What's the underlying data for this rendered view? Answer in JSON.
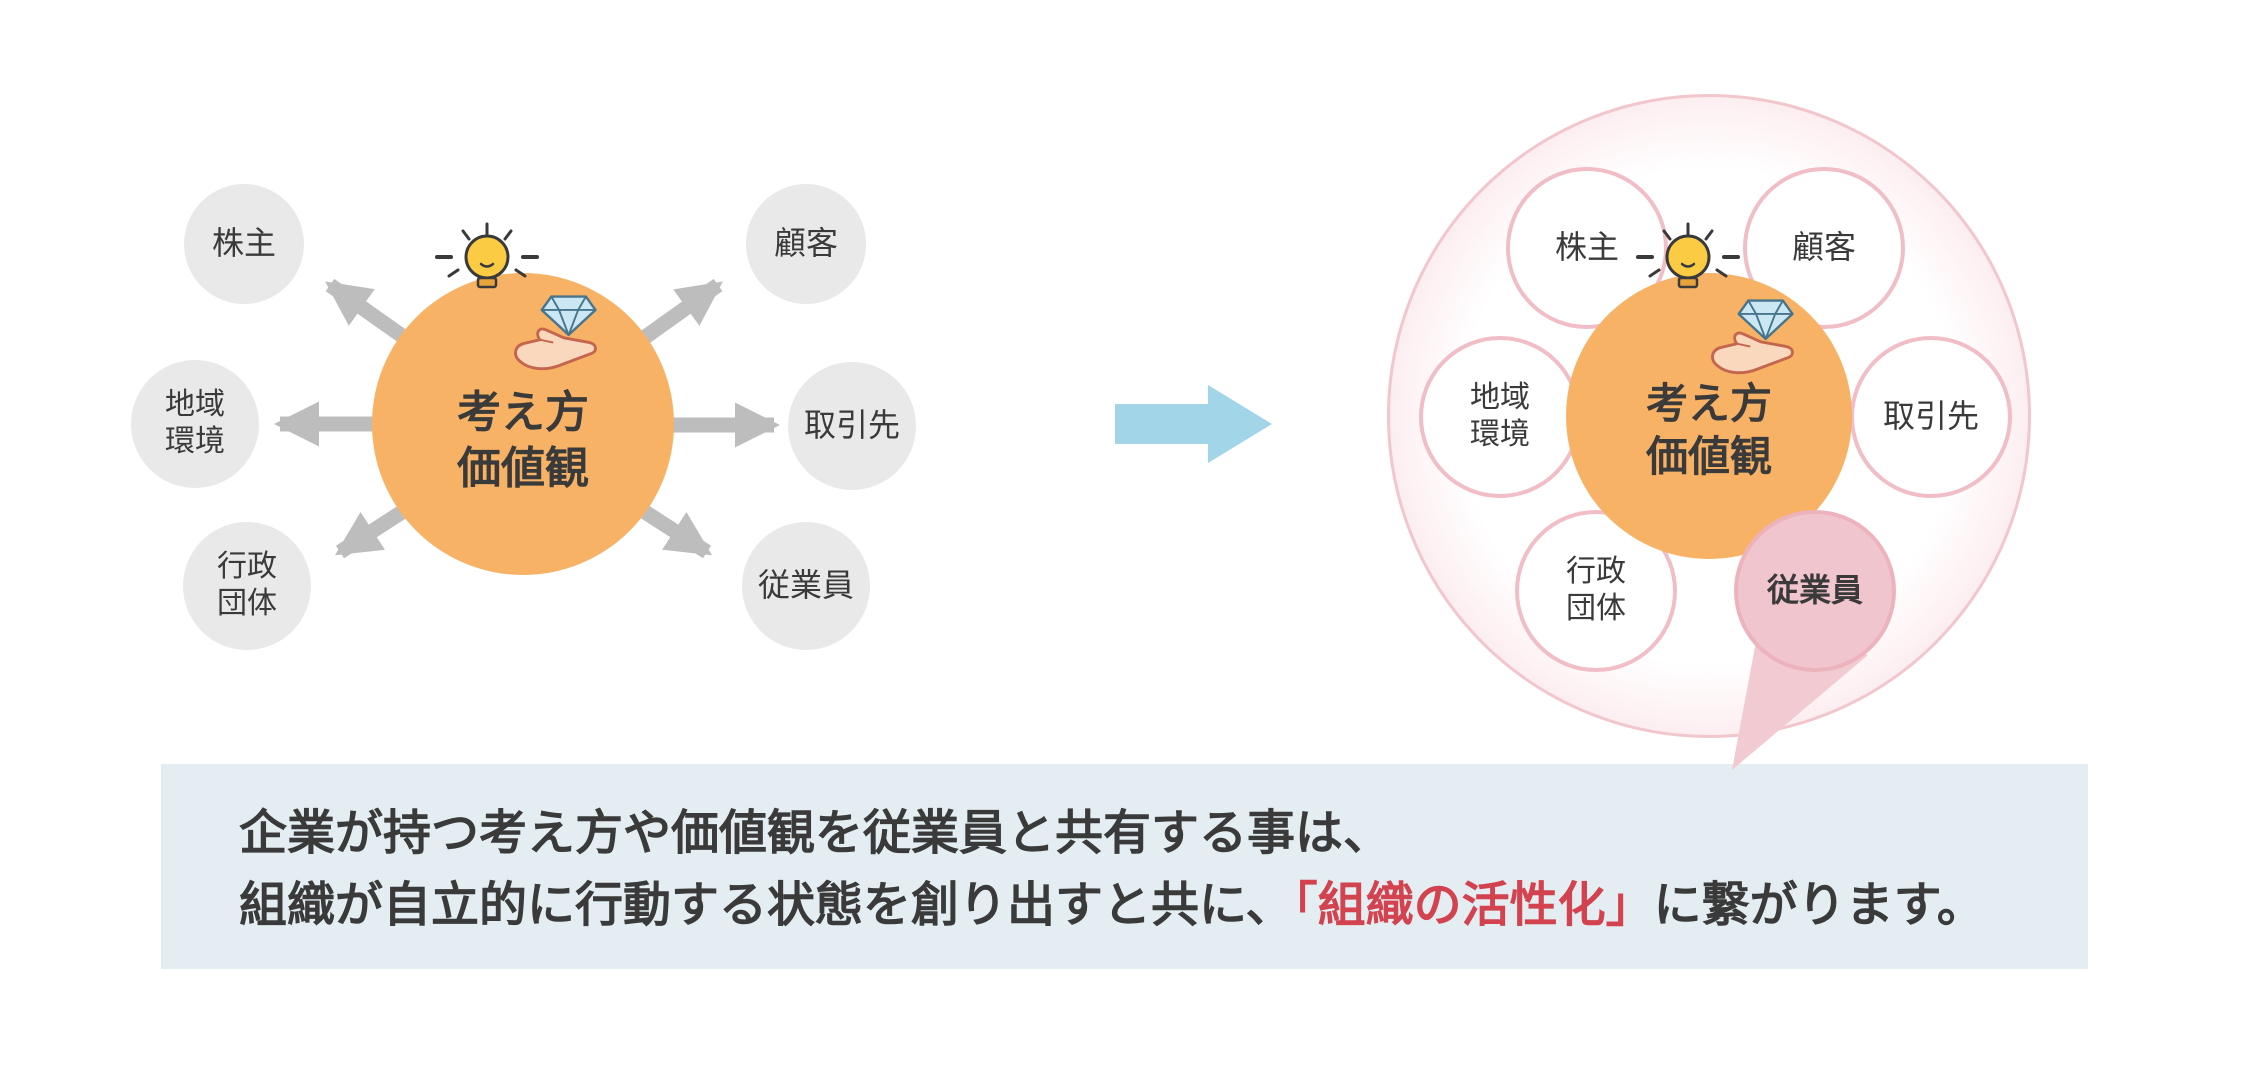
{
  "colors": {
    "center_circle": "#F7B266",
    "center_text": "#3A3A3A",
    "gray_circle": "#E9E9E9",
    "arrow_gray": "#BDBDBD",
    "blue_arrow": "#A3D5E8",
    "ring_border": "#F2C6CD",
    "circle_border_pink": "#F1BDC6",
    "employee_fill": "#F0C5CD",
    "tail_fill": "#F2CBD2",
    "caption_bg": "#E4EEF2",
    "highlight_red": "#D2434F",
    "label_text": "#3A3A3A"
  },
  "left_diagram": {
    "center_label": {
      "line1": "考え方",
      "line2": "価値観"
    },
    "stakeholders": {
      "shareholders": "株主",
      "customers": "顧客",
      "region_env": "地域\n環境",
      "suppliers": "取引先",
      "government": "行政\n団体",
      "employees": "従業員"
    }
  },
  "right_diagram": {
    "center_label": {
      "line1": "考え方",
      "line2": "価値観"
    },
    "stakeholders": {
      "shareholders": "株主",
      "customers": "顧客",
      "region_env": "地域\n環境",
      "suppliers": "取引先",
      "government": "行政\n団体",
      "employees": "従業員"
    }
  },
  "caption": {
    "line1": "企業が持つ考え方や価値観を従業員と共有する事は、",
    "line2_pre": "組織が自立的に行動する状態を創り出すと共に、",
    "line2_highlight": "「組織の活性化」",
    "line2_post": "に繋がります。"
  }
}
